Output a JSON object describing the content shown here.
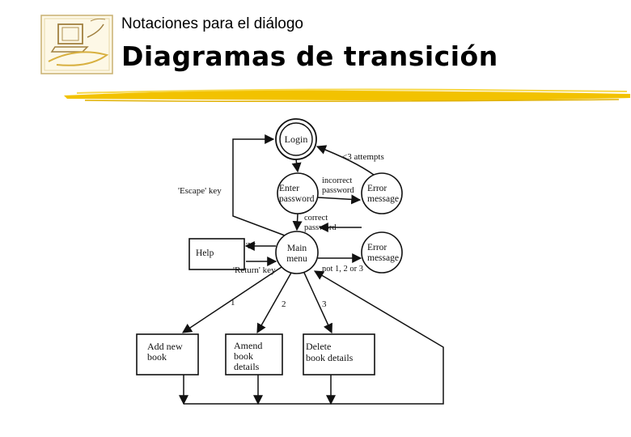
{
  "header": {
    "subtitle": "Notaciones para el diálogo",
    "title": "Diagramas de transición",
    "logo_icon": "computer-sketch-icon",
    "accent_color": "#f2c200"
  },
  "diagram": {
    "nodes": {
      "login": "Login",
      "enter_password_l1": "Enter",
      "enter_password_l2": "password",
      "error1_l1": "Error",
      "error1_l2": "message",
      "main_menu_l1": "Main",
      "main_menu_l2": "menu",
      "error2_l1": "Error",
      "error2_l2": "message",
      "help": "Help",
      "add_l1": "Add new",
      "add_l2": "book",
      "amend_l1": "Amend",
      "amend_l2": "book",
      "amend_l3": "details",
      "delete_l1": "Delete",
      "delete_l2": "book details"
    },
    "edges": {
      "attempts": "<3 attempts",
      "incorrect_l1": "incorrect",
      "incorrect_l2": "password",
      "escape_key": "'Escape' key",
      "correct_l1": "correct",
      "correct_l2": "password",
      "h_key": "'H'",
      "return_key": "'Return' key",
      "not_123": "not 1, 2 or 3",
      "choice_1": "1",
      "choice_2": "2",
      "choice_3": "3"
    }
  }
}
